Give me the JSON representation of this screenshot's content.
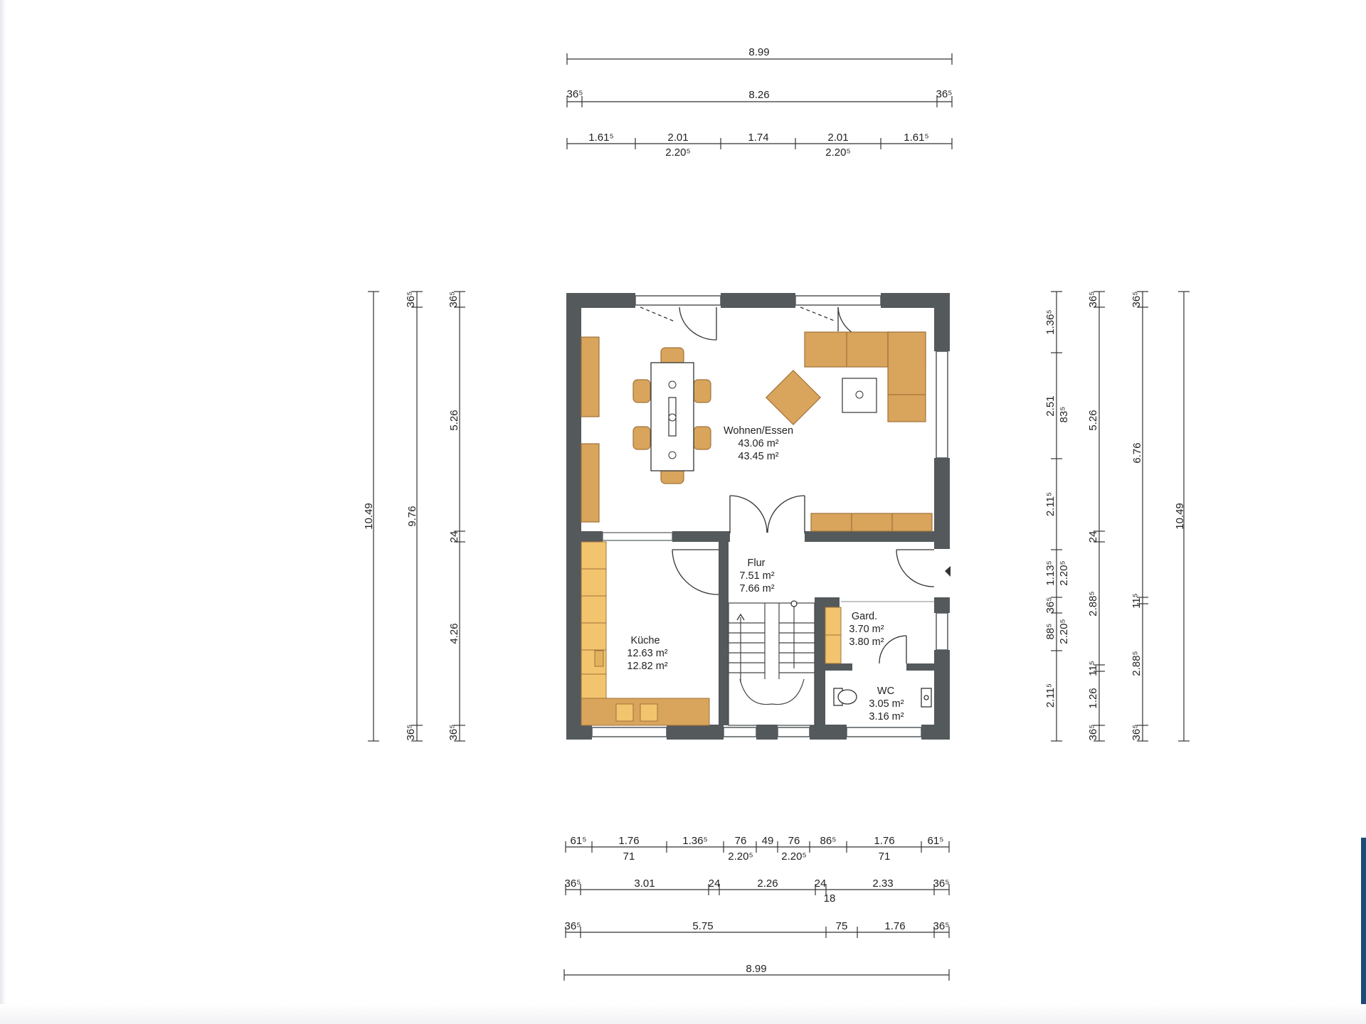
{
  "colors": {
    "wall": "#54595b",
    "furniture": "#d9a45c",
    "furniture_stroke": "#a0733a",
    "kitchen": "#f2c46e",
    "line": "#333333"
  },
  "rooms": {
    "wohnen": {
      "name": "Wohnen/Essen",
      "area1": "43.06 m²",
      "area2": "43.45 m²"
    },
    "flur": {
      "name": "Flur",
      "area1": "7.51 m²",
      "area2": "7.66 m²"
    },
    "kueche": {
      "name": "Küche",
      "area1": "12.63 m²",
      "area2": "12.82 m²"
    },
    "gard": {
      "name": "Gard.",
      "area1": "3.70 m²",
      "area2": "3.80 m²"
    },
    "wc": {
      "name": "WC",
      "area1": "3.05 m²",
      "area2": "3.16 m²"
    }
  },
  "dims": {
    "top": {
      "total": "8.99",
      "row2": {
        "left": "36⁵",
        "mid": "8.26",
        "right": "36⁵"
      },
      "row3": [
        "1.61⁵",
        "2.01",
        "1.74",
        "2.01",
        "1.61⁵"
      ],
      "row3_sub": [
        "2.20⁵",
        "2.20⁵"
      ]
    },
    "bottom": {
      "row1": [
        "61⁵",
        "1.76",
        "1.36⁵",
        "76",
        "49",
        "76",
        "86⁵",
        "1.76",
        "61⁵"
      ],
      "row1_sub": [
        "71",
        "2.20⁵",
        "2.20⁵",
        "71"
      ],
      "row2": [
        "36⁵",
        "3.01",
        "24",
        "2.26",
        "24",
        "2.33",
        "36⁵"
      ],
      "row2_sub": "18",
      "row3": [
        "36⁵",
        "5.75",
        "75",
        "1.76",
        "36⁵"
      ],
      "total": "8.99"
    },
    "left": {
      "total": "10.49",
      "inner": "9.76",
      "outer_a": "36⁵",
      "outer_b": "36⁵",
      "rooms": [
        "36⁵",
        "5.26",
        "24",
        "4.26",
        "36⁵"
      ]
    },
    "right": {
      "col1": [
        "1.36⁵",
        "2.51",
        "2.11⁵",
        "1.13⁵",
        "36⁵",
        "88⁵",
        "2.11⁵"
      ],
      "col1b": [
        "83⁵",
        "2.20⁵",
        "2.20⁵"
      ],
      "col2": [
        "36⁵",
        "5.26",
        "24",
        "2.88⁵",
        "11⁵",
        "1.26",
        "36⁵"
      ],
      "col3": [
        "36⁵",
        "6.76",
        "11⁵",
        "2.88⁵",
        "36⁵"
      ],
      "total": "10.49"
    }
  }
}
